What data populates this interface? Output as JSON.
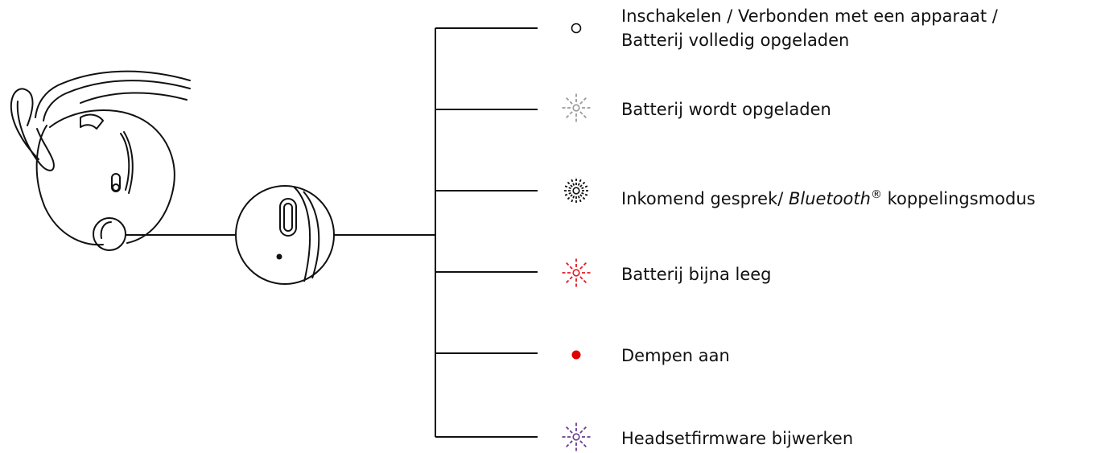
{
  "items": [
    {
      "icon": "white-circle-icon",
      "color": "#111111",
      "line1": "Inschakelen / Verbonden met een apparaat /",
      "line2": "Batterij volledig opgeladen"
    },
    {
      "icon": "grey-blinking-icon",
      "color": "#9a9a9a",
      "text": "Batterij wordt opgeladen"
    },
    {
      "icon": "white-blinking-icon",
      "color": "#111111",
      "text_pre": "Inkomend gesprek/ ",
      "brand": "Bluetooth",
      "mark": "®",
      "text_post": " koppelingsmodus"
    },
    {
      "icon": "red-blinking-icon",
      "color": "#e21b23",
      "text": "Batterij bijna leeg"
    },
    {
      "icon": "red-solid-dot-icon",
      "color": "#e00000",
      "text": "Dempen aan"
    },
    {
      "icon": "purple-blinking-icon",
      "color": "#6a3b8c",
      "text": "Headsetfirmware bijwerken"
    }
  ]
}
